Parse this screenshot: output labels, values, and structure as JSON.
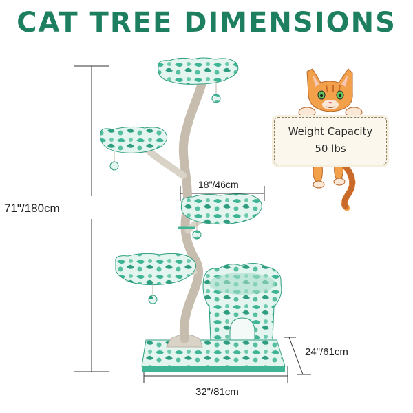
{
  "title": "CAT TREE DIMENSIONS",
  "dimensions": {
    "height": "71\"/180cm",
    "top_width": "18\"/46cm",
    "base_width": "32\"/81cm",
    "depth": "24\"/61cm"
  },
  "capacity": {
    "label": "Weight Capacity",
    "value": "50 lbs"
  },
  "colors": {
    "title": "#1d7f5f",
    "plush": "#3fb596",
    "plush_light": "#dff3ec",
    "post": "#d9d2c6"
  },
  "icons": [
    "cat-illustration-icon",
    "pom-ball-icon"
  ]
}
